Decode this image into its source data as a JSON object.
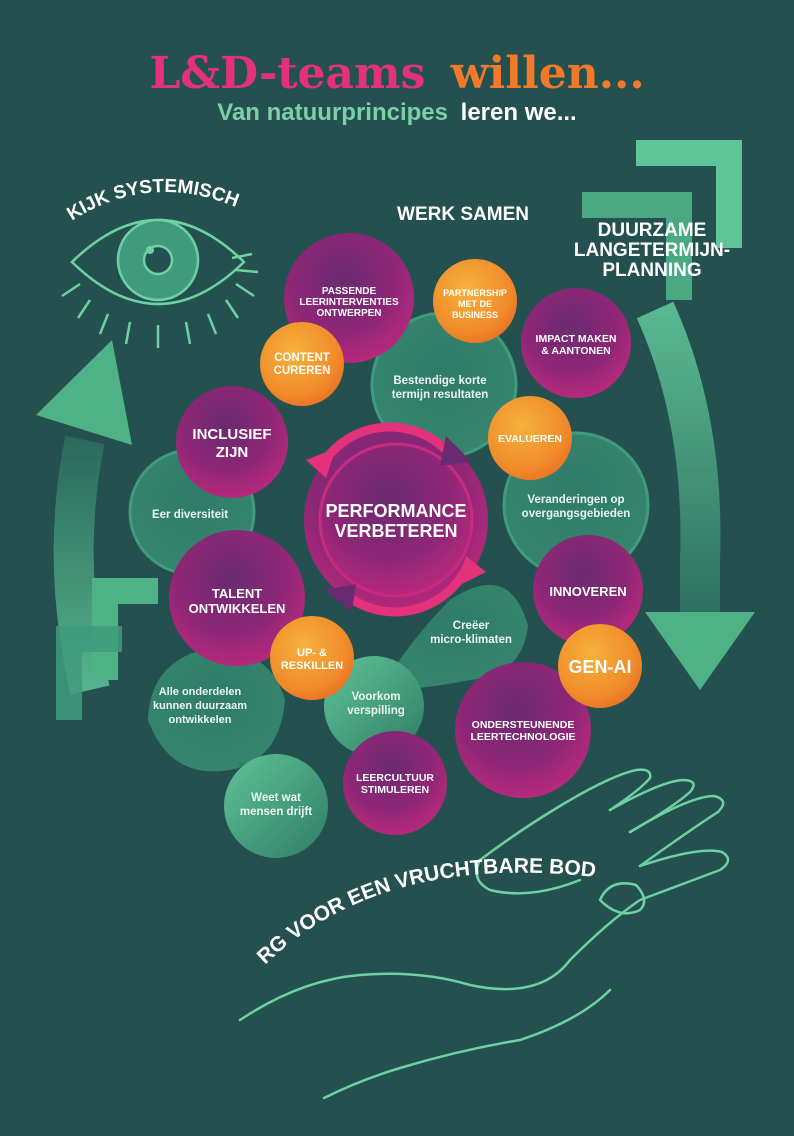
{
  "title": {
    "part1": "L&D-teams",
    "part2": "willen..."
  },
  "subtitle": {
    "part1": "Van natuurprincipes",
    "part2": "leren we..."
  },
  "corner_labels": {
    "systemic": "KIJK SYSTEMISCH",
    "work_together": "WERK SAMEN",
    "long_term_1": "DUURZAME",
    "long_term_2": "LANGETERMIJN-",
    "long_term_3": "PLANNING",
    "soil": "ZORG VOOR EEN VRUCHTBARE BODEM"
  },
  "center": {
    "line1": "PERFORMANCE",
    "line2": "VERBETEREN"
  },
  "nodes": {
    "passende": [
      "PASSENDE",
      "LEERINTERVENTIES",
      "ONTWERPEN"
    ],
    "partnership": [
      "PARTNERSHIP",
      "MET DE",
      "BUSINESS"
    ],
    "impact": [
      "IMPACT MAKEN",
      "& AANTONEN"
    ],
    "content": [
      "CONTENT",
      "CUREREN"
    ],
    "inclusief": [
      "INCLUSIEF",
      "ZIJN"
    ],
    "evalueren": [
      "EVALUEREN"
    ],
    "innoveren": [
      "INNOVEREN"
    ],
    "talent": [
      "TALENT",
      "ONTWIKKELEN"
    ],
    "genai": [
      "GEN-AI"
    ],
    "upreskillen": [
      "UP- &",
      "RESKILLEN"
    ],
    "ondersteunende": [
      "ONDERSTEUNENDE",
      "LEERTECHNOLOGIE"
    ],
    "leercultuur": [
      "LEERCULTUUR",
      "STIMULEREN"
    ]
  },
  "principles": {
    "bestendige": [
      "Bestendige korte",
      "termijn resultaten"
    ],
    "diversiteit": [
      "Eer diversiteit"
    ],
    "veranderingen": [
      "Veranderingen op",
      "overgangsgebieden"
    ],
    "microklimaten": [
      "Creëer",
      "micro-klimaten"
    ],
    "verspilling": [
      "Voorkom",
      "verspilling"
    ],
    "onderdelen": [
      "Alle onderdelen",
      "kunnen duurzaam",
      "ontwikkelen"
    ],
    "drijft": [
      "Weet wat",
      "mensen drijft"
    ]
  },
  "colors": {
    "background": "#24514f",
    "title_pink": "#e3317a",
    "title_orange": "#f07a2a",
    "subtitle_green": "#7ccfa7",
    "magenta": "#b8267a",
    "purple": "#6a2a72",
    "orange": "#f39a2c",
    "green": "#3f9b7c",
    "light_green": "#6fd0a3"
  },
  "icons": [
    "eye-icon",
    "hand-icon",
    "arrow-up-icon",
    "arrow-down-icon",
    "cycle-arrows-icon",
    "corner-bracket-icon"
  ]
}
